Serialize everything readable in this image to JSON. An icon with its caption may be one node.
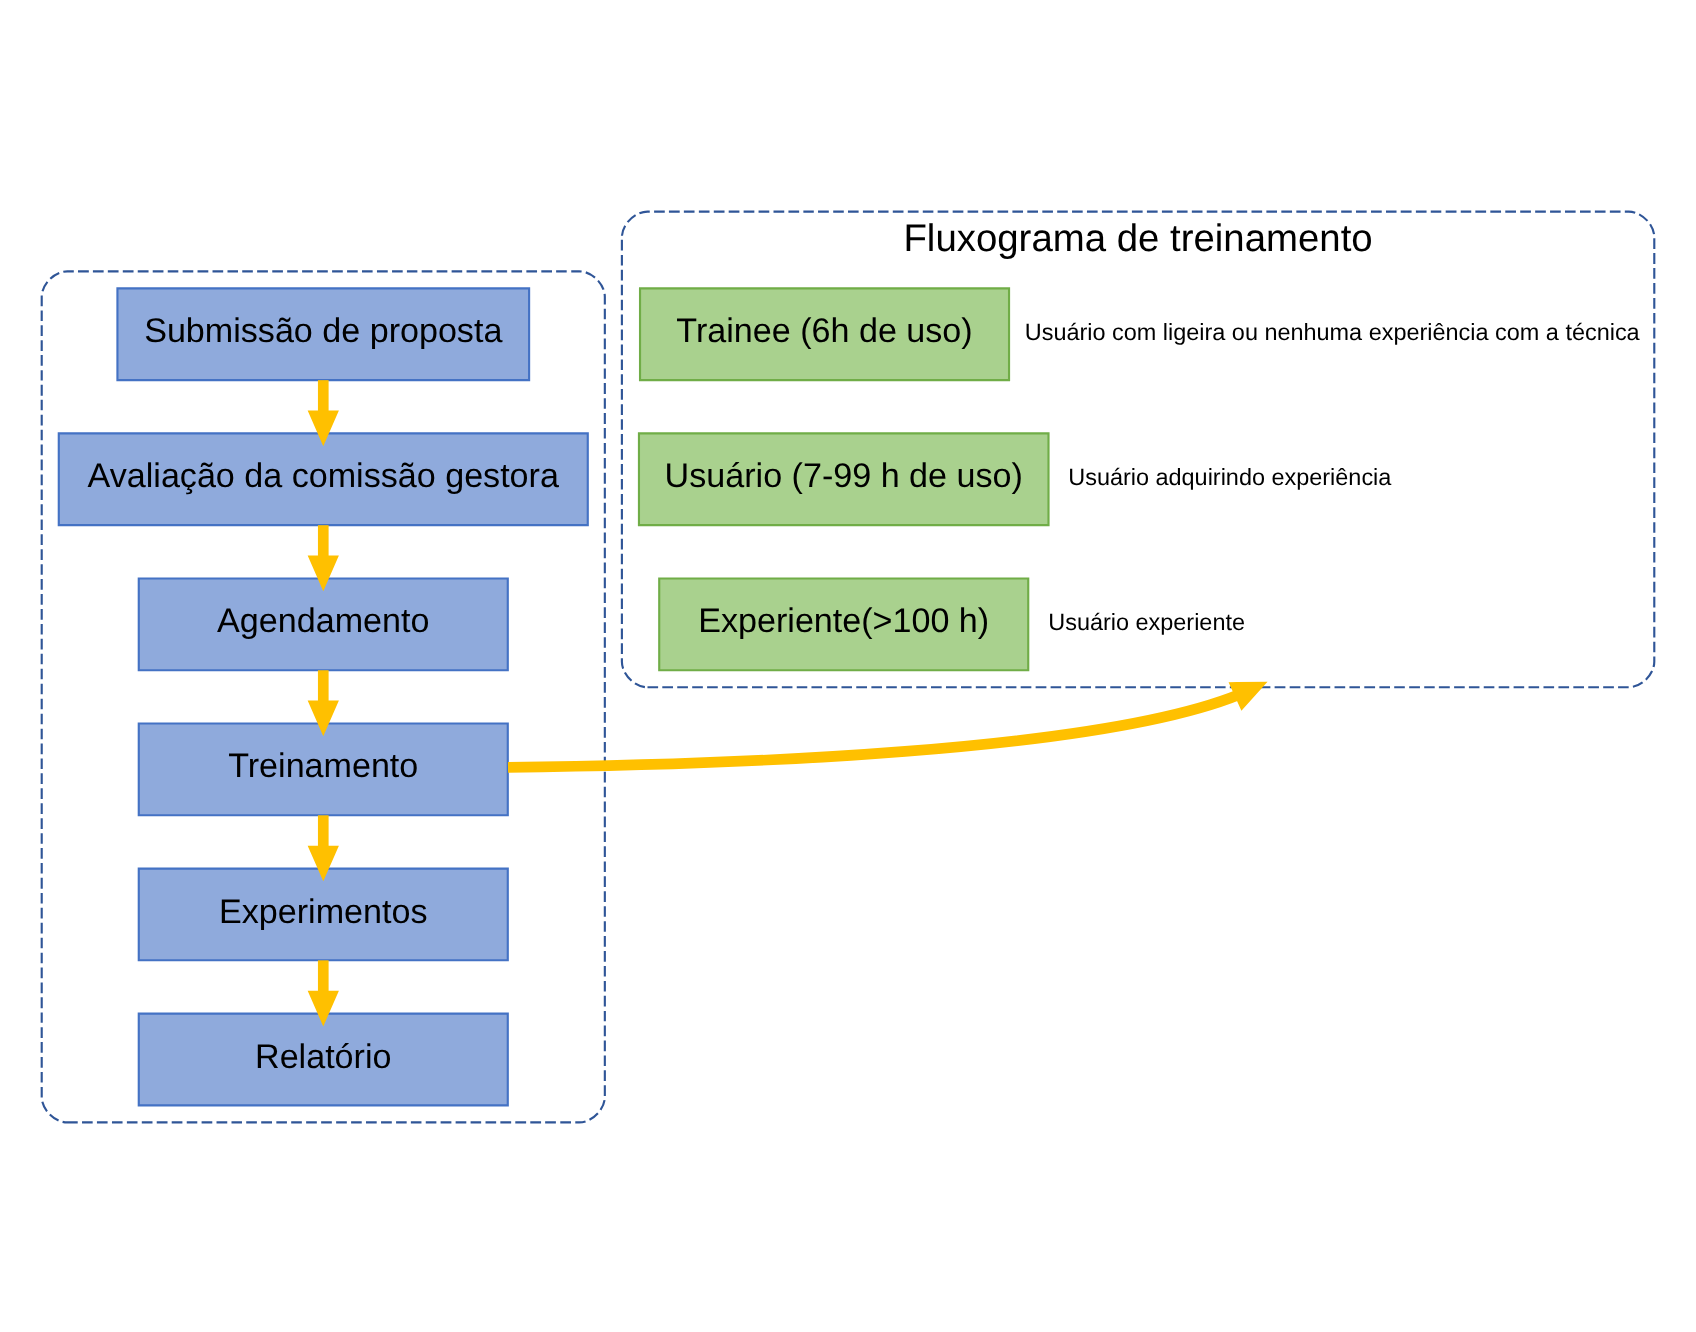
{
  "diagram": {
    "nodes": [
      {
        "text": [],
        "shape": "box"
      },
      {
        "text": [
          "Submissão de proposta"
        ],
        "in": 0
      },
      {
        "text": [
          "Avaliação da comissão gestora"
        ],
        "in": 0
      },
      {
        "text": [
          "Agendamento"
        ],
        "in": 0
      },
      {
        "text": [
          "Treinamento"
        ],
        "in": 0
      },
      {
        "text": [
          "Experimentos"
        ],
        "in": 0
      },
      {
        "text": [
          "Relatório"
        ],
        "in": 0
      },
      {
        "text": [
          "Fluxograma de treinamento"
        ]
      },
      {
        "text": [
          "Trainee (6h de uso)"
        ],
        "in": 7,
        "beside": [
          "Usuário com ligeira ou nenhuma experiência com a técnica"
        ]
      },
      {
        "text": [
          "Usuário (7-99 h de uso)"
        ],
        "in": 7,
        "beside": [
          "Usuário adquirindo experiência"
        ]
      },
      {
        "text": [
          "Experiente(>100 h)"
        ],
        "in": 7,
        "beside": [
          "Usuário experiente"
        ]
      }
    ],
    "edges": [
      {
        "from": 1,
        "to": 2,
        "arrow": "to"
      },
      {
        "from": 2,
        "to": 3,
        "arrow": "to"
      },
      {
        "from": 3,
        "to": 4,
        "arrow": "to"
      },
      {
        "from": 4,
        "to": 5,
        "arrow": "to"
      },
      {
        "from": 5,
        "to": 6,
        "arrow": "to"
      },
      {
        "from": 4,
        "to": 7,
        "arrow": "to"
      }
    ]
  }
}
